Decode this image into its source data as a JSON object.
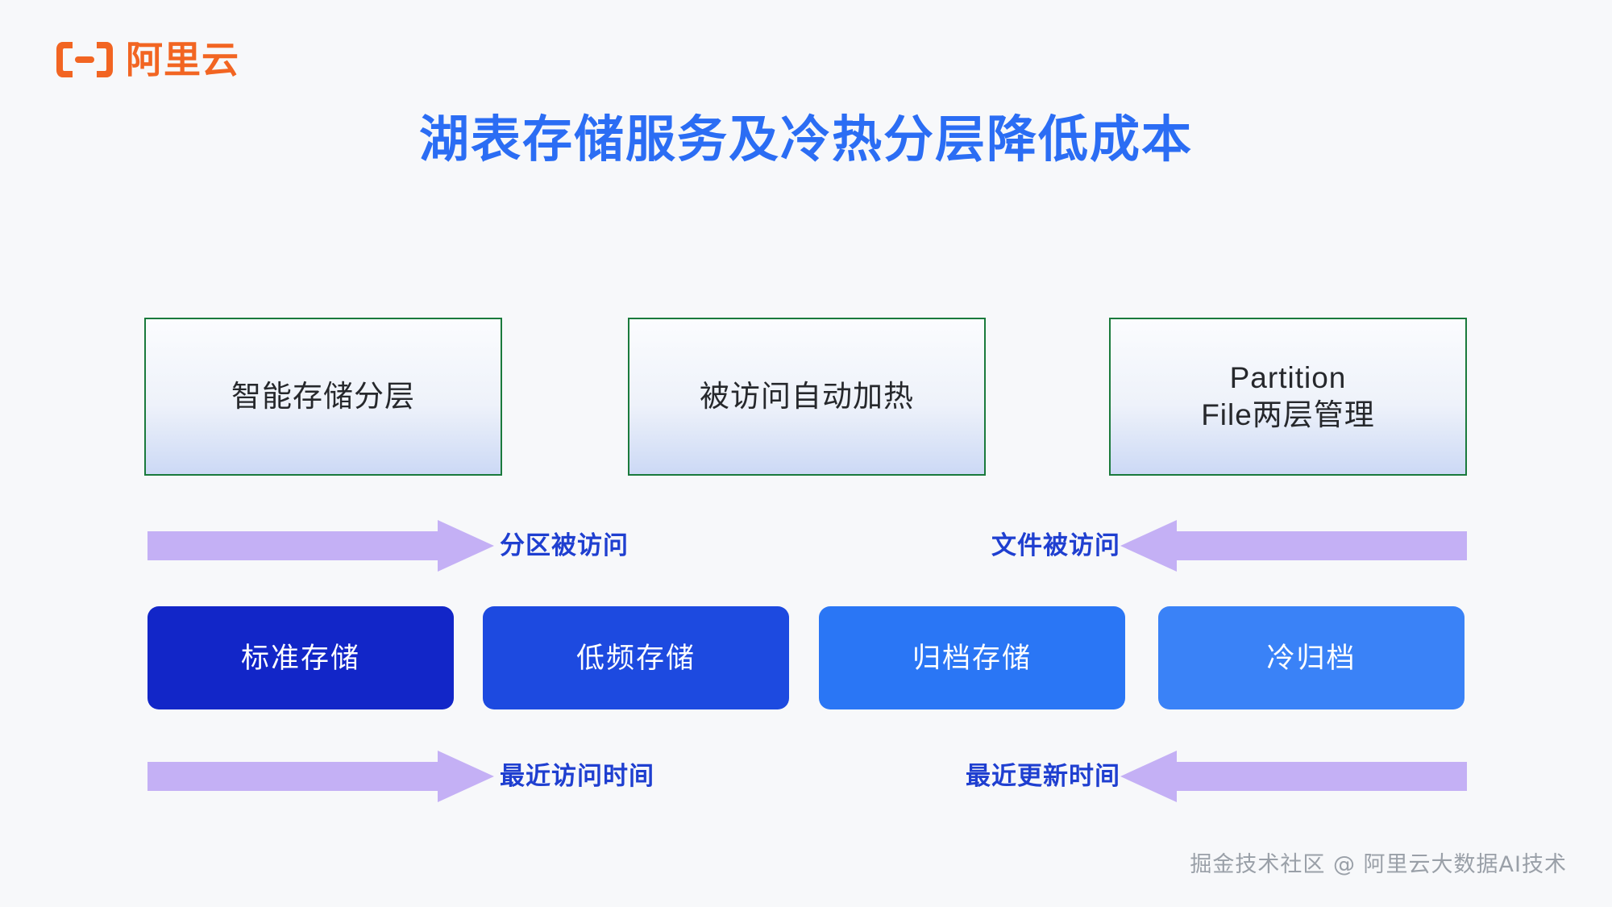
{
  "brand": {
    "logo_icon": "alibaba-cloud-logo-icon",
    "wordmark": "阿里云",
    "logo_color": "#f26522"
  },
  "slide": {
    "title": "湖表存储服务及冷热分层降低成本",
    "title_color": "#2b6df4",
    "background_color": "#f7f8fa"
  },
  "concept_boxes": [
    {
      "id": "intelligent-tiering",
      "label": "智能存储分层",
      "border_color": "#1a7a3c"
    },
    {
      "id": "auto-reheat",
      "label": "被访问自动加热",
      "border_color": "#1a7a3c"
    },
    {
      "id": "two-layer-management",
      "label": "Partition\nFile两层管理",
      "border_color": "#1a7a3c"
    }
  ],
  "arrow_rows": [
    {
      "id": "access-row",
      "left_arrow": {
        "direction": "right",
        "color": "#c4b0f5"
      },
      "left_label": "分区被访问",
      "right_arrow": {
        "direction": "left",
        "color": "#c4b0f5"
      },
      "right_label": "文件被访问",
      "label_color": "#1f3fd0"
    },
    {
      "id": "time-row",
      "left_arrow": {
        "direction": "right",
        "color": "#c4b0f5"
      },
      "left_label": "最近访问时间",
      "right_arrow": {
        "direction": "left",
        "color": "#c4b0f5"
      },
      "right_label": "最近更新时间",
      "label_color": "#1f3fd0"
    }
  ],
  "storage_tiers": [
    {
      "id": "standard",
      "label": "标准存储",
      "color": "#1226c8"
    },
    {
      "id": "infrequent-access",
      "label": "低频存储",
      "color": "#1d4ae0"
    },
    {
      "id": "archive",
      "label": "归档存储",
      "color": "#2a76f5"
    },
    {
      "id": "cold-archive",
      "label": "冷归档",
      "color": "#3a82f7"
    }
  ],
  "watermark": "掘金技术社区 @ 阿里云大数据AI技术"
}
